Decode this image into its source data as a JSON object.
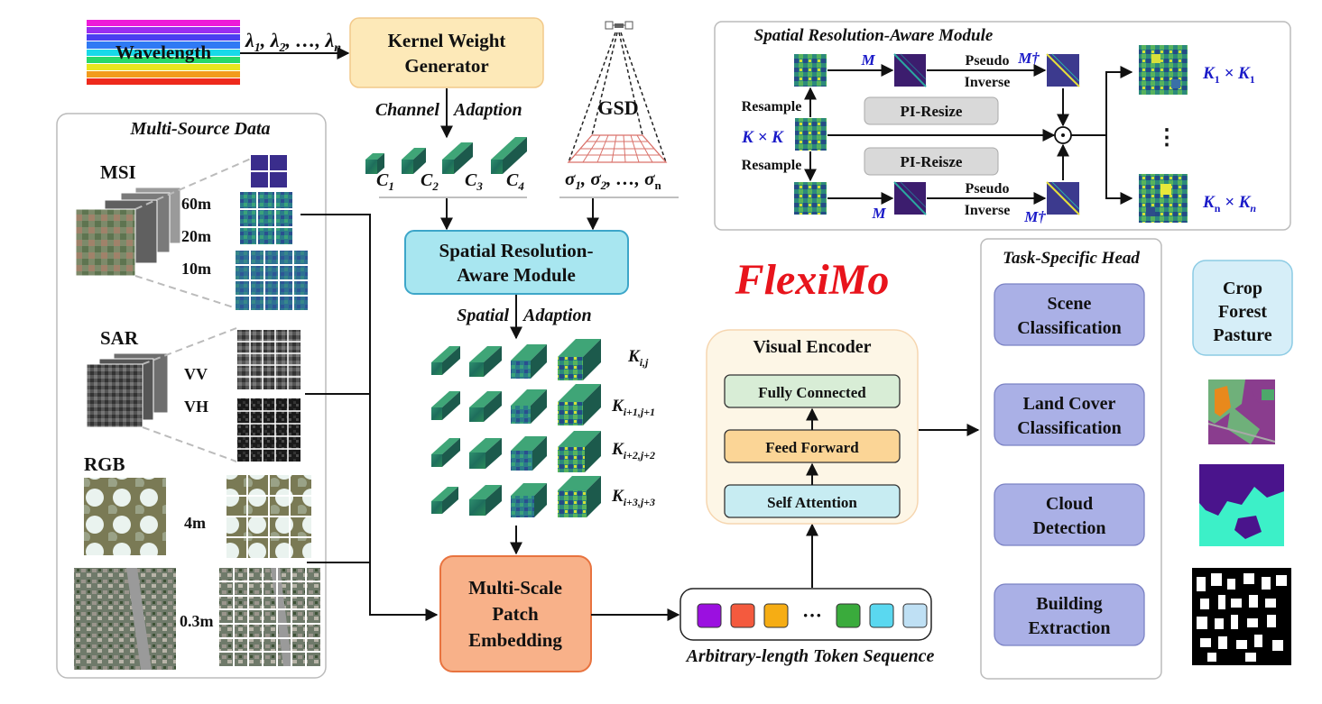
{
  "wavelength": {
    "label": "Wavelength",
    "lambdas": "λ",
    "sub1": "1",
    "sub2": "2",
    "subn": "n",
    "sep1": ",",
    "sep2": ", …,"
  },
  "kernel_generator": {
    "line1": "Kernel Weight",
    "line2": "Generator"
  },
  "channel_adaption": {
    "left": "Channel",
    "right": "Adaption"
  },
  "gsd": {
    "label": "GSD",
    "sigma": "σ",
    "sub1": "1",
    "sub2": "2",
    "subn": "n",
    "sep": ", …,"
  },
  "channels": [
    {
      "c": "C",
      "sub": "1"
    },
    {
      "c": "C",
      "sub": "2"
    },
    {
      "c": "C",
      "sub": "3"
    },
    {
      "c": "C",
      "sub": "4"
    }
  ],
  "sram_box": {
    "line1": "Spatial Resolution-",
    "line2": "Aware Module"
  },
  "spatial_adaption": {
    "left": "Spatial",
    "right": "Adaption"
  },
  "kernels": [
    {
      "k": "K",
      "sub": "i,j"
    },
    {
      "k": "K",
      "sub": "i+1,j+1"
    },
    {
      "k": "K",
      "sub": "i+2,j+2"
    },
    {
      "k": "K",
      "sub": "i+3,j+3"
    }
  ],
  "mspe": {
    "line1": "Multi-Scale",
    "line2": "Patch",
    "line3": "Embedding"
  },
  "token_sequence": {
    "label": "Arbitrary-length Token Sequence",
    "dots": "···"
  },
  "title": "FlexiMo",
  "visual_encoder": {
    "title": "Visual Encoder",
    "fc": "Fully Connected",
    "ff": "Feed Forward",
    "sa": "Self Attention"
  },
  "task_head": {
    "title": "Task-Specific Head",
    "items": [
      {
        "l1": "Scene",
        "l2": "Classification"
      },
      {
        "l1": "Land Cover",
        "l2": "Classification"
      },
      {
        "l1": "Cloud",
        "l2": "Detection"
      },
      {
        "l1": "Building",
        "l2": "Extraction"
      }
    ]
  },
  "class_labels": [
    "Crop",
    "Forest",
    "Pasture"
  ],
  "multi_source": {
    "title": "Multi-Source Data",
    "msi": "MSI",
    "msi_res": [
      "60m",
      "20m",
      "10m"
    ],
    "sar": "SAR",
    "sar_pol": [
      "VV",
      "VH"
    ],
    "rgb": "RGB",
    "rgb_res": [
      "4m",
      "0.3m"
    ]
  },
  "sram_detail": {
    "title": "Spatial Resolution-Aware Module",
    "resample": "Resample",
    "kxk": "K × K",
    "m": "M",
    "mdag": "M†",
    "pseudo": "Pseudo",
    "inverse": "Inverse",
    "piresize1": "PI-Resize",
    "piresize2": "PI-Reisze",
    "odot": "⊙",
    "k1": "K",
    "k1sub": "1",
    "k1x": "× K",
    "k1sub2": "1",
    "kn": "K",
    "knsub": "n",
    "knx": "× K",
    "knsub2": "n",
    "vdots": "⋮"
  },
  "colors": {
    "title_red": "#e8141c",
    "math_blue": "#1a1ac8",
    "kernel_green": "#1f6b5a",
    "cyan_box": "#a8e6f0",
    "orange_box": "#f8b189",
    "task_box": "#aab0e6",
    "yellow_box": "#fde9b8"
  }
}
